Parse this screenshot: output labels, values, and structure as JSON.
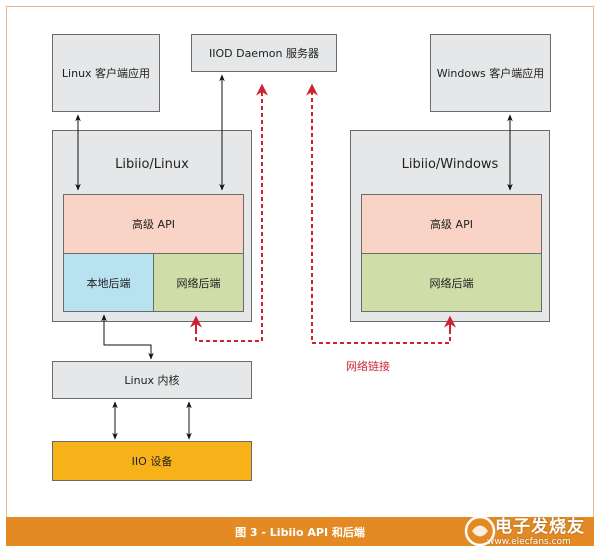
{
  "boxes": {
    "linux_client": "Linux 客户端应用",
    "iiod_daemon": "IIOD Daemon 服务器",
    "windows_client": "Windows 客户端应用",
    "libiio_linux": "Libiio/Linux",
    "libiio_windows": "Libiio/Windows",
    "high_api_linux": "高级 API",
    "high_api_windows": "高级 API",
    "local_backend": "本地后端",
    "net_backend_linux": "网络后端",
    "net_backend_windows": "网络后端",
    "linux_kernel": "Linux 内核",
    "iio_device": "IIO 设备"
  },
  "network_label": "网络链接",
  "caption": "图 3 - Libiio API 和后端",
  "watermark": {
    "text": "电子发烧友",
    "url": "www.elecfans.com"
  },
  "colors": {
    "box_gray": "#e5e7e8",
    "api_pink": "#f9d4c6",
    "local_blue": "#b9e2f1",
    "net_green": "#cfdea9",
    "iio_orange": "#f8b219",
    "caption_orange": "#e38a24",
    "network_red": "#cc2233"
  }
}
